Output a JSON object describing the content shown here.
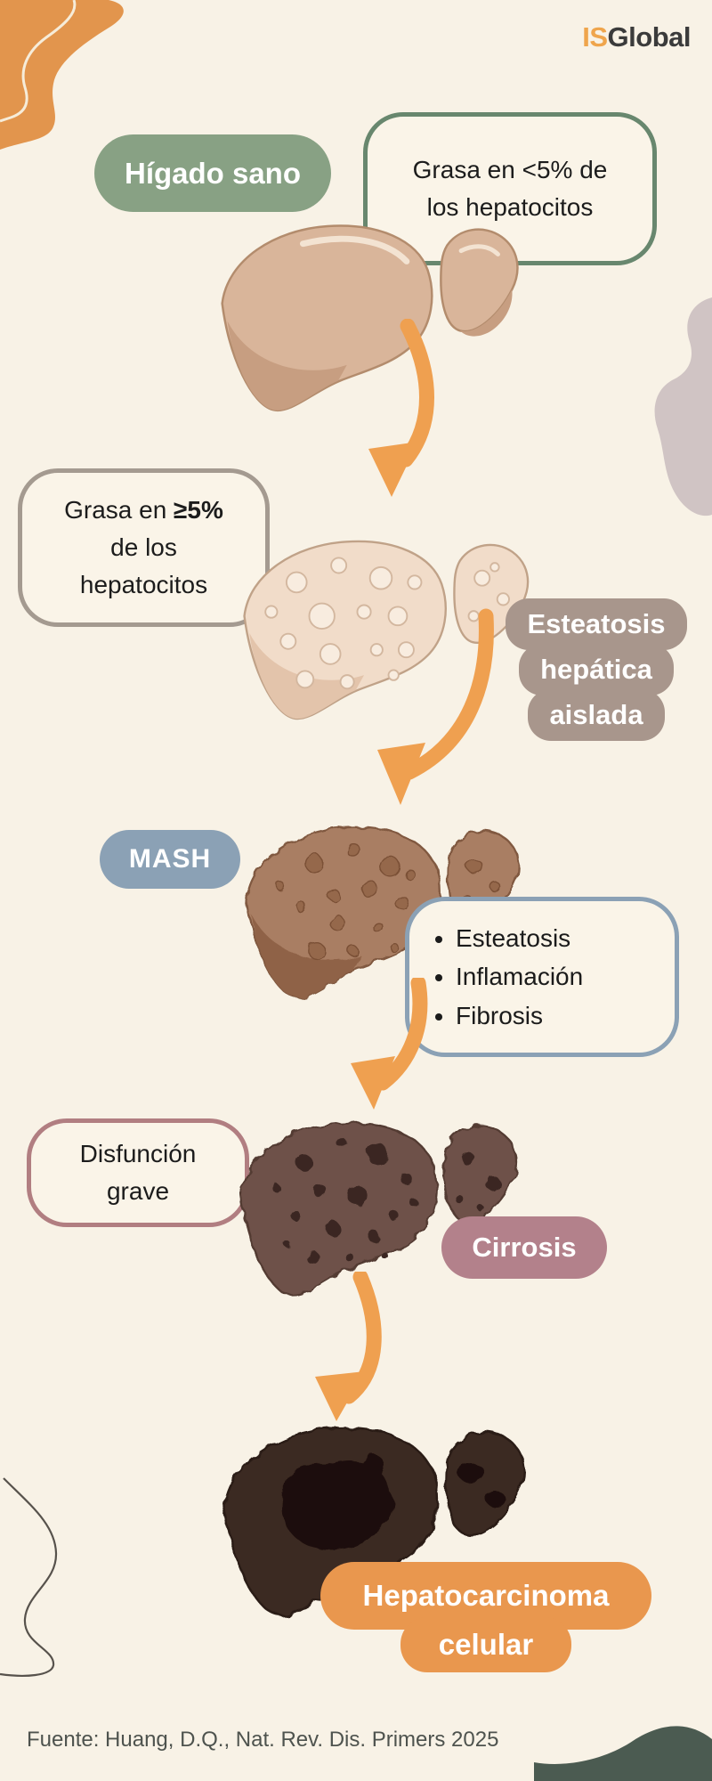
{
  "brand": {
    "logo_part1": "IS",
    "logo_part2": "Global"
  },
  "stages": {
    "healthy": {
      "badge": "Hígado sano",
      "note_line1": "Grasa en <5% de",
      "note_line2": "los hepatocitos"
    },
    "steatosis": {
      "note_line1_regular": "Grasa en ",
      "note_line1_bold": "≥5%",
      "note_line2": "de los",
      "note_line3": "hepatocitos",
      "badge_line1": "Esteatosis",
      "badge_line2": "hepática",
      "badge_line3": "aislada"
    },
    "mash": {
      "badge": "MASH",
      "bullets": [
        "Esteatosis",
        "Inflamación",
        "Fibrosis"
      ]
    },
    "cirrhosis": {
      "note_line1": "Disfunción",
      "note_line2": "grave",
      "badge": "Cirrosis"
    },
    "hcc": {
      "badge_line1": "Hepatocarcinoma",
      "badge_line2": "celular"
    }
  },
  "footer": {
    "source": "Fuente: Huang, D.Q., Nat. Rev. Dis. Primers 2025"
  },
  "illustrations": [
    "healthy-liver-illustration",
    "fatty-liver-illustration",
    "mash-liver-illustration",
    "cirrhotic-liver-illustration",
    "hcc-liver-illustration"
  ],
  "colors": {
    "background": "#f8f2e6",
    "accent_orange": "#efa050",
    "logo_orange": "#efa54c",
    "logo_dark": "#3b3b3b",
    "green_badge": "#88a184",
    "green_border": "#68876e",
    "taupe_badge": "#a8968c",
    "taupe_border": "#a49a90",
    "blue_badge": "#8ba1b5",
    "mauve_badge": "#b3818b",
    "mauve_border": "#b17e81",
    "hcc_badge": "#e9974e",
    "text_dark": "#1c1c1c",
    "footer_text": "#4e534e",
    "bottom_wave_green": "#4b5b51",
    "right_blob_gray": "#d0c4c4"
  }
}
